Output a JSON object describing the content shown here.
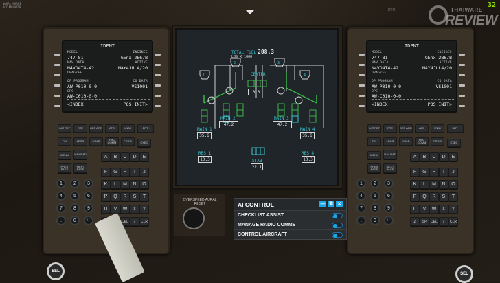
{
  "overlay": {
    "tiny_text_line1": "WAAAL NAAAS",
    "tiny_text_line2": "ACCUMULATOR",
    "rto_label": "RTO",
    "fps": "32",
    "watermark_top": "THAIWARE",
    "watermark_main": "REVIEW"
  },
  "cdu_left": {
    "title": "IDENT",
    "model_label": "MODEL",
    "model_value": "747-81",
    "engines_label": "ENGINES",
    "engines_value": "GEnx-2B67B",
    "nav_label": "NAV DATA",
    "nav_value": "N4VD4T4-42",
    "active_label": "ACTIVE",
    "active_value": "MAY4JUL4/20",
    "drag_label": "DRAG/FF",
    "op_label": "OP PROGRAM",
    "op_value": "AW-P010-0-0",
    "co_label": "CO DATA",
    "co_value": "VS1001",
    "opc_label": "OPC",
    "opc_value": "AW-C010-0-0",
    "index": "<INDEX",
    "posinit": "POS INIT>"
  },
  "cdu_right": {
    "title": "IDENT",
    "model_label": "MODEL",
    "model_value": "747-81",
    "engines_label": "ENGINES",
    "engines_value": "GEnx-2B67B",
    "nav_label": "NAV DATA",
    "nav_value": "N4VD4T4-42",
    "active_label": "ACTIVE",
    "active_value": "MAY4JUL4/20",
    "drag_label": "DRAG/FF",
    "op_label": "OP PROGRAM",
    "op_value": "AW-P010-0-0",
    "co_label": "CO DATA",
    "co_value": "VS1001",
    "opc_label": "OPC",
    "opc_value": "AW-C010-0-0",
    "index": "<INDEX",
    "posinit": "POS INIT>"
  },
  "keys": {
    "fn_row1": [
      "INIT REF",
      "RTE",
      "DEP ARR",
      "ATC",
      "VNAV"
    ],
    "fn_row2": [
      "FIX",
      "LEGS",
      "HOLD",
      "FMC COMM",
      "PROG"
    ],
    "brt": "- BRT +",
    "exec": "EXEC",
    "menu": "MENU",
    "navrad": "NAV RAD",
    "prev": "PREV PAGE",
    "next": "NEXT PAGE",
    "alpha": [
      "A",
      "B",
      "C",
      "D",
      "E",
      "F",
      "G",
      "H",
      "I",
      "J",
      "K",
      "L",
      "M",
      "N",
      "O",
      "P",
      "Q",
      "R",
      "S",
      "T",
      "U",
      "V",
      "W",
      "X",
      "Y",
      "Z",
      "SP",
      "DEL",
      "/",
      "CLR"
    ],
    "nums": [
      "1",
      "2",
      "3",
      "4",
      "5",
      "6",
      "7",
      "8",
      "9",
      ".",
      "0",
      "+/-"
    ]
  },
  "fuel": {
    "total_label": "TOTAL FUEL",
    "total_value": "208.3",
    "units": "LBS X 1000",
    "center_label": "CENTER",
    "center_value": "0.0",
    "main1_label": "MAIN 1",
    "main1_value": "35.6",
    "main2_label": "MAIN 2",
    "main2_value": "47.2",
    "main3_label": "MAIN 3",
    "main3_value": "47.2",
    "main4_label": "MAIN 4",
    "main4_value": "35.6",
    "res1_label": "RES 1",
    "res1_value": "10.3",
    "res4_label": "RES 4",
    "res4_value": "10.3",
    "stab_label": "STAB",
    "stab_value": "22.1",
    "eng1": "1",
    "eng2": "2",
    "eng3": "3",
    "eng4": "4"
  },
  "overspeed": {
    "label": "OVERSPEED AURAL RESET"
  },
  "ai_control": {
    "title": "AI CONTROL",
    "minimize": "—",
    "popout": "⧉",
    "close": "✕",
    "items": [
      {
        "label": "CHECKLIST ASSIST",
        "on": false
      },
      {
        "label": "MANAGE RADIO COMMS",
        "on": false
      },
      {
        "label": "CONTROL AIRCRAFT",
        "on": false
      }
    ]
  },
  "knobs": {
    "sel": "SEL"
  },
  "colors": {
    "accent": "#1aa7e8",
    "fuel_cyan": "#3cc7d2",
    "fuel_green": "#3ab54a"
  }
}
